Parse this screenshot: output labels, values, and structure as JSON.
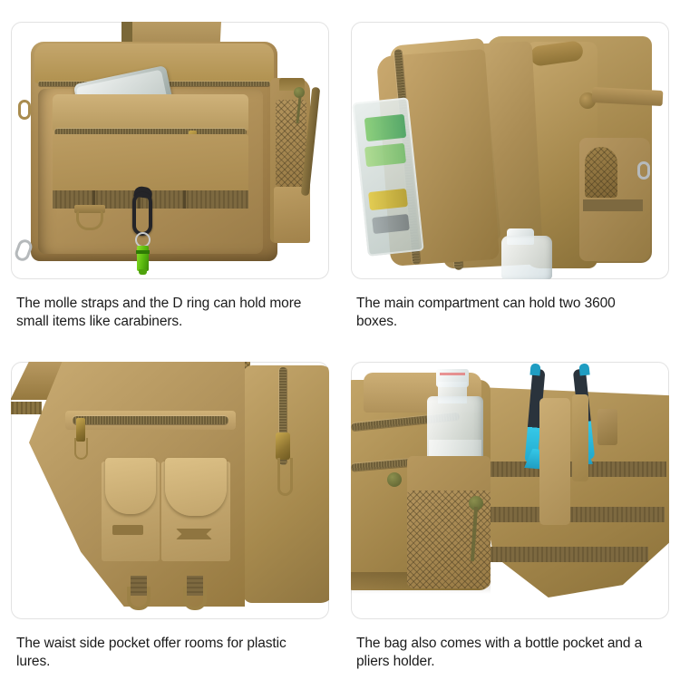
{
  "page": {
    "title": "Tactical Sling Bag Feature Grid",
    "background_color": "#ffffff",
    "panel_border_color": "#e2e2e2",
    "caption_color": "#1b1b1b",
    "accent_colors": {
      "bag_fabric": "#ab8d55",
      "molle_webbing": "#7d6940",
      "brass_hardware": "#9c8146",
      "tackle_latch_teal": "#22a9a4",
      "pliers_handle_blue": "#35c8e8",
      "keychain_light_green": "#58b80e"
    }
  },
  "features": [
    {
      "id": "molle-d-ring",
      "caption": "The molle straps and the D ring can hold more small items like carabiners.",
      "caption_lines": [
        "The molle straps and the D ring can hold",
        "more small items like carabiners."
      ],
      "photo_alt": "Front of tan tactical sling bag showing MOLLE webbing, D ring, black carabiner with green keychain light and a phone in the front zip pocket"
    },
    {
      "id": "main-compartment",
      "caption": "The main compartment can hold two 3600 boxes.",
      "caption_lines": [
        "The main compartment can hold",
        "two 3600 boxes."
      ],
      "photo_alt": "Open main compartment of the bag holding two clear 3600 tackle boxes with teal latches and a water bottle"
    },
    {
      "id": "waist-side-pocket",
      "caption": "The waist side pocket offer rooms for plastic lures.",
      "caption_lines": [
        "The waist side pocket offer rooms for",
        "plastic lures."
      ],
      "photo_alt": "Side view of the bag waist panel with a horizontal zipper and two flap pockets for plastic lures"
    },
    {
      "id": "bottle-pliers",
      "caption": "The bag also comes with a bottle pocket and a pliers holder.",
      "caption_lines": [
        "The bag also comes with a bottle pocket",
        "and a pliers holder."
      ],
      "photo_alt": "Bag with a mesh bottle pocket holding a water bottle and two blue handled pliers in the pliers holder"
    }
  ]
}
